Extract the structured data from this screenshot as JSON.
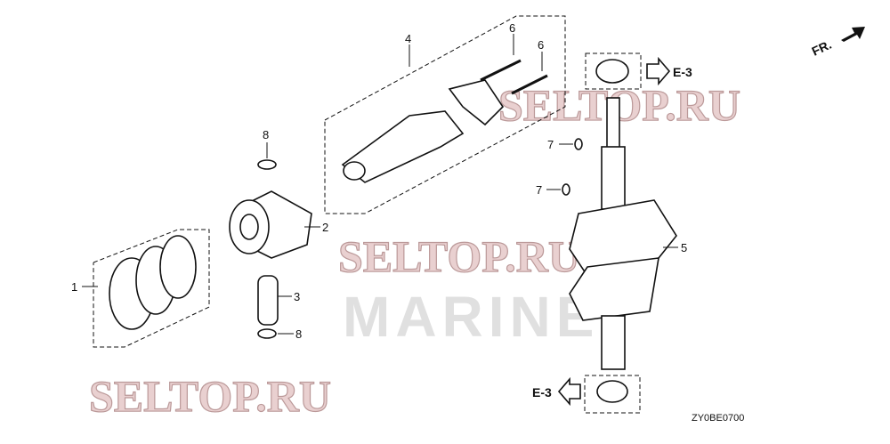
{
  "callouts": {
    "c1": "1",
    "c2": "2",
    "c3": "3",
    "c4": "4",
    "c5": "5",
    "c6a": "6",
    "c6b": "6",
    "c7a": "7",
    "c7b": "7",
    "c8a": "8",
    "c8b": "8"
  },
  "references": {
    "top": "E-3",
    "bottom": "E-3"
  },
  "direction_label": "FR.",
  "diagram_code": "ZY0BE0700",
  "watermarks": {
    "main": "SELTOP.RU",
    "secondary": "MARINE"
  }
}
